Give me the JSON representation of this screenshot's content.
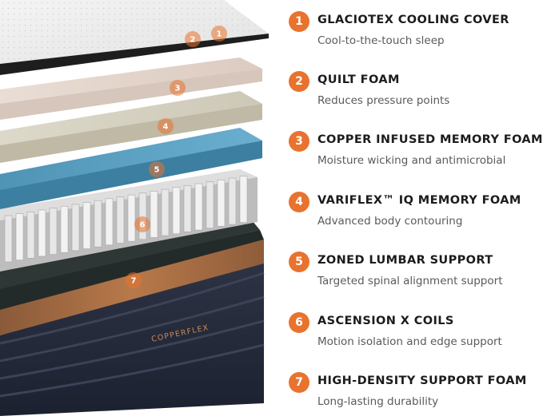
{
  "accent_color": "#e8732e",
  "brand_text": "COPPERFLEX",
  "layers": [
    {
      "number": "1",
      "title": "GLACIOTEX COOLING COVER",
      "description": "Cool-to-the-touch sleep"
    },
    {
      "number": "2",
      "title": "QUILT FOAM",
      "description": "Reduces pressure points"
    },
    {
      "number": "3",
      "title": "COPPER INFUSED MEMORY FOAM",
      "description": "Moisture wicking and antimicrobial"
    },
    {
      "number": "4",
      "title": "VARIFLEX™ IQ MEMORY FOAM",
      "description": "Advanced body contouring"
    },
    {
      "number": "5",
      "title": "ZONED LUMBAR SUPPORT",
      "description": "Targeted spinal alignment support"
    },
    {
      "number": "6",
      "title": "ASCENSION X COILS",
      "description": "Motion isolation and edge support"
    },
    {
      "number": "7",
      "title": "HIGH-DENSITY SUPPORT FOAM",
      "description": "Long-lasting durability"
    }
  ]
}
